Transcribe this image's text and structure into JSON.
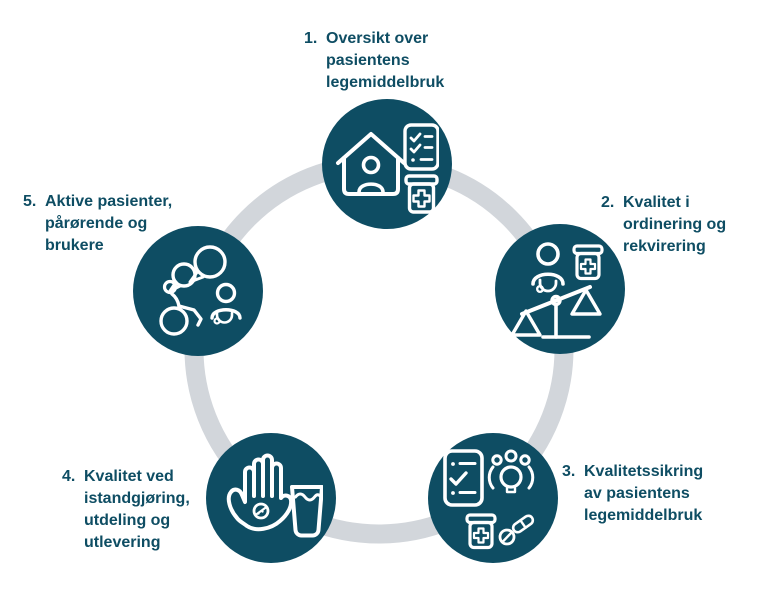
{
  "colors": {
    "node_fill": "#0e4d63",
    "label_text": "#0e4d63",
    "ring": "#d2d6db",
    "icon_stroke": "#ffffff",
    "background": "#ffffff"
  },
  "nodes": [
    {
      "number": "1.",
      "lines": [
        "Oversikt over",
        "pasientens",
        "legemiddelbruk"
      ],
      "icon": "house-patient-checklist-medicine"
    },
    {
      "number": "2.",
      "lines": [
        "Kvalitet i",
        "ordinering og",
        "rekvirering"
      ],
      "icon": "doctor-medicine-balance-scale"
    },
    {
      "number": "3.",
      "lines": [
        "Kvalitetssikring",
        "av pasientens",
        "legemiddelbruk"
      ],
      "icon": "checklist-people-medicine-pills"
    },
    {
      "number": "4.",
      "lines": [
        "Kvalitet ved",
        "istandgjøring,",
        "utdeling og",
        "utlevering"
      ],
      "icon": "hand-pill-water-glass"
    },
    {
      "number": "5.",
      "lines": [
        "Aktive pasienter,",
        "pårørende og",
        "brukere"
      ],
      "icon": "speech-bubbles-wheelchair-doctor"
    }
  ]
}
